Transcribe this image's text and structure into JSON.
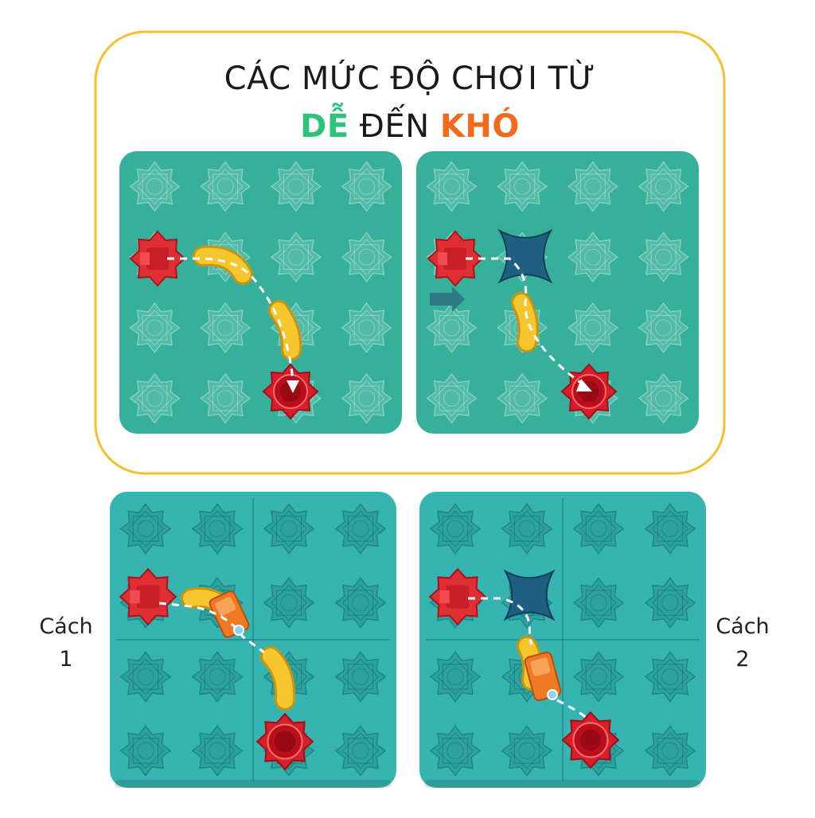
{
  "header": {
    "line1": "CÁC MỨC ĐỘ CHƠI TỪ",
    "easy_word": "DỄ",
    "middle_word": "ĐẾN",
    "hard_word": "KHÓ"
  },
  "solutions": {
    "left_label_word": "Cách",
    "left_label_number": "1",
    "right_label_word": "Cách",
    "right_label_number": "2"
  },
  "colors": {
    "frame_border": "#f3c12b",
    "easy_text": "#2fc27c",
    "hard_text": "#f26b1d",
    "board_top": "#36b09a",
    "board_photo": "#35b4b1",
    "start_piece": "#e02e35",
    "goal_piece": "#d61f2b",
    "curve_piece": "#f6c62f",
    "turn_piece": "#1f5f82",
    "cannon_piece": "#f07a24"
  },
  "icons": [
    "star-pattern-icon",
    "dashed-arrow-icon",
    "marble-icon"
  ]
}
